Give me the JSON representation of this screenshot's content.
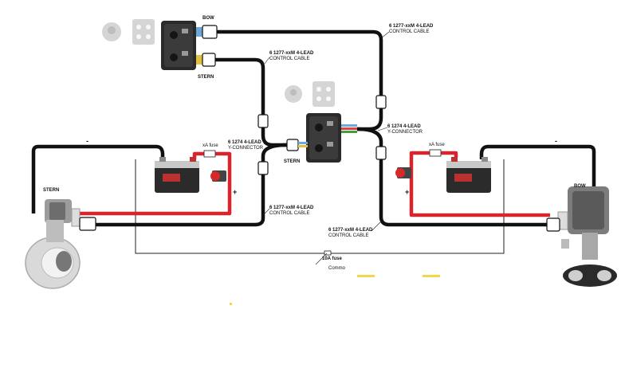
{
  "labels": {
    "bow_top": "BOW",
    "stern_top": "STERN",
    "cable_top_right_1": "6 1277-xxM 4-LEAD",
    "cable_top_right_2": "CONTROL CABLE",
    "cable_top_left_1": "6 1277-xxM 4-LEAD",
    "cable_top_left_2": "CONTROL CABLE",
    "yconn_left_1": "6 1274 4-LEAD",
    "yconn_left_2": "Y-CONNECTOR",
    "yconn_right_1": "6 1274 4-LEAD",
    "yconn_right_2": "Y-CONNECTOR",
    "stern_center": "STERN",
    "fuse_left": "xA fuse",
    "fuse_right": "xA fuse",
    "stern_left": "STERN",
    "bow_right": "BOW",
    "cable_bottom_left_1": "6 1277-xxM 4-LEAD",
    "cable_bottom_left_2": "CONTROL CABLE",
    "cable_bottom_right_1": "6 1277-xxM 4-LEAD",
    "cable_bottom_right_2": "CONTROL CABLE",
    "fuse_10a": "10A fuse",
    "commo": "Commo",
    "minus_left": "-",
    "minus_right": "-",
    "plus_left": "+",
    "plus_right": "+"
  },
  "colors": {
    "control_cable": "#111111",
    "positive_wire": "#d8242c",
    "negative_wire": "#111111",
    "common_wire": "#222222"
  }
}
